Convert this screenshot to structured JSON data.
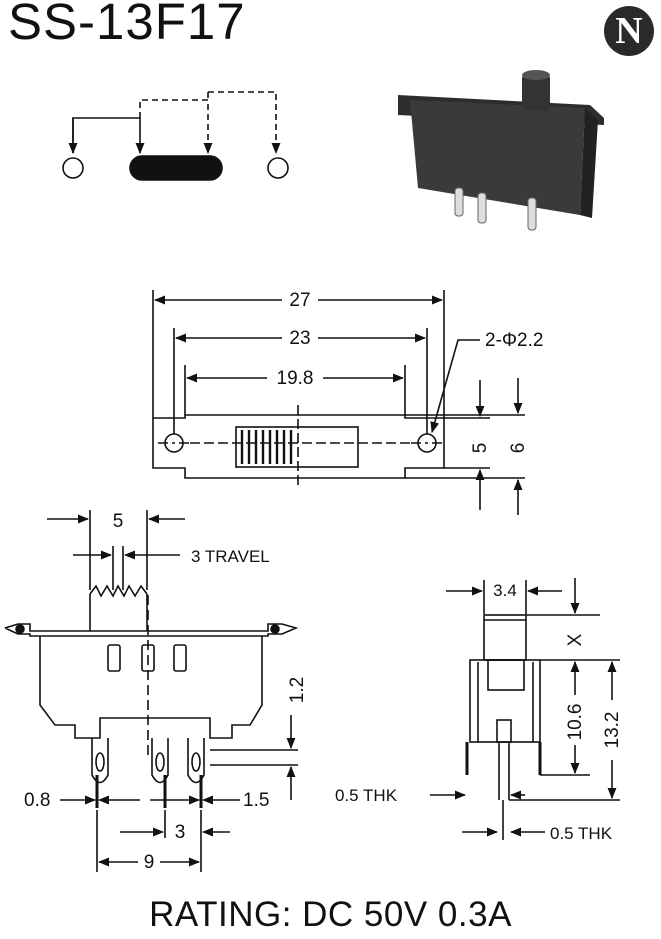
{
  "title": "SS-13F17",
  "logo_letter": "N",
  "rating": "RATING: DC 50V 0.3A",
  "dimensions": {
    "width_27": "27",
    "width_23": "23",
    "width_19_8": "19.8",
    "holes": "2-Φ2.2",
    "height_5": "5",
    "height_6": "6",
    "actuator_5": "5",
    "travel": "3 TRAVEL",
    "height_1_2": "1.2",
    "pin_0_8": "0.8",
    "pin_1_5": "1.5",
    "pitch_3": "3",
    "span_9": "9",
    "side_3_4": "3.4",
    "side_x": "X",
    "side_10_6": "10.6",
    "side_13_2": "13.2",
    "thk_left": "0.5 THK",
    "thk_right": "0.5 THK"
  },
  "colors": {
    "line": "#111111",
    "photo_body": "#3a3a3a",
    "photo_pins": "#e0e0d8"
  }
}
